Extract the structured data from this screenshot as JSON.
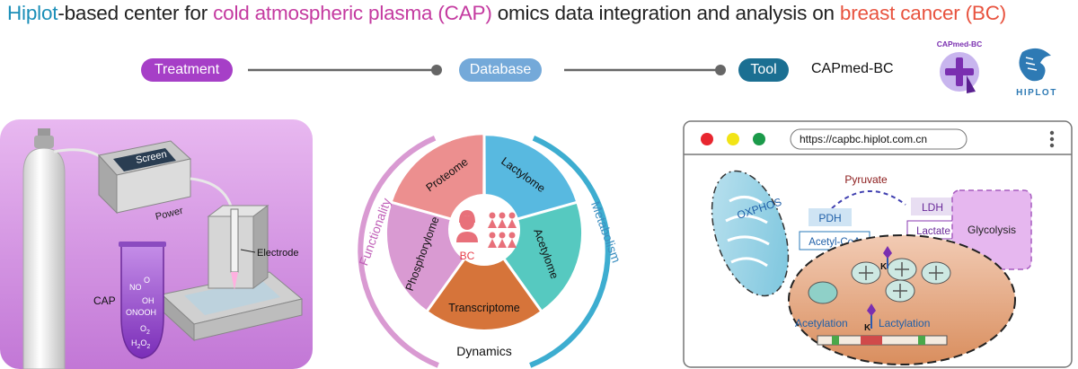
{
  "title": {
    "part1": "Hiplot",
    "part2": "-based center for ",
    "part3": "cold atmospheric plasma (CAP)",
    "part4": " omics data integration and analysis on ",
    "part5": "breast cancer (BC)"
  },
  "pipeline": {
    "treatment": "Treatment",
    "database": "Database",
    "tool": "Tool",
    "tool_name": "CAPmed-BC"
  },
  "logos": {
    "capmed_text": "CAPmed-BC",
    "hiplot_text": "HIPLOT"
  },
  "device": {
    "screen": "Screen",
    "power": "Power",
    "electrode": "Electrode",
    "cap": "CAP",
    "species": [
      "NO",
      "O",
      "OH",
      "ONOOH",
      "O",
      "H",
      "O"
    ],
    "species_sub": [
      "",
      "",
      "",
      "",
      "2",
      "2",
      "2"
    ]
  },
  "omics": {
    "center": "BC",
    "segments": [
      "Proteome",
      "Lactylome",
      "Acetylome",
      "Transcriptome",
      "Phosphorylome"
    ],
    "outer_left": "Functionality",
    "outer_right": "Metabolism",
    "bottom": "Dynamics"
  },
  "browser": {
    "url": "https://capbc.hiplot.com.cn",
    "oxphos": "OXPHOS",
    "pyruvate": "Pyruvate",
    "pdh": "PDH",
    "ldh": "LDH",
    "acetyl_coa": "Acetyl-CoA",
    "lactate": "Lactate",
    "glycolysis": "Glycolysis",
    "acetylation": "Acetylation",
    "lactylation": "Lactylation",
    "k_label": "K"
  },
  "colors": {
    "treatment": "#a63fc7",
    "database": "#74a9d9",
    "tool": "#1b6f92",
    "proteome": "#ec8f8f",
    "lactylome": "#58b9e0",
    "acetylome": "#56c9c0",
    "transcriptome": "#d6743a",
    "phosphorylome": "#d99ad2"
  }
}
